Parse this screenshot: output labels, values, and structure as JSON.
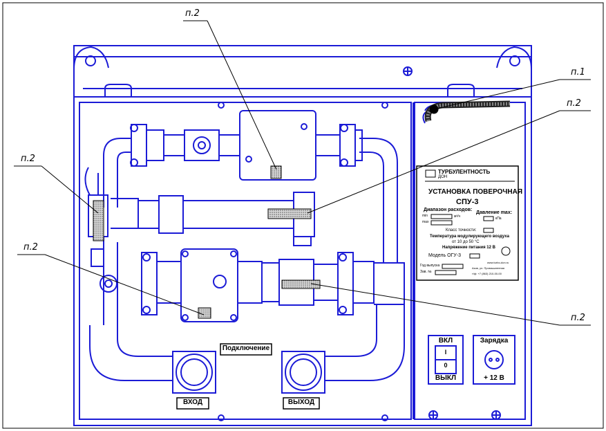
{
  "callouts": {
    "p1": "п.1",
    "p2": "п.2"
  },
  "plate": {
    "brand": "ТУРБУЛЕНТНОСТЬ",
    "brand2": "ДОН",
    "title": "УСТАНОВКА ПОВЕРОЧНАЯ",
    "model": "СПУ-3",
    "flow_range": "Диапазон расходов:",
    "pressure_loss": "Давление max:",
    "qmin": "min",
    "qmax": "max",
    "unit_flow": "м³/ч",
    "unit_pressure": "кПа",
    "accuracy_class": "Класс точности:",
    "temperature": "Температура модулирующего воздуха",
    "temp_range": "от 10 до 50 °C",
    "voltage": "Напряжение питания 12 В",
    "module": "Модель ОГУ-3",
    "prod_date": "Год выпуска",
    "serial": "Зав. №",
    "address1": "www.turbo-don.ru",
    "address2": "Азов, ул. Промышленная",
    "address3": "т/ф: +7 (863) 210-00-00"
  },
  "labels": {
    "connection": "Подключение",
    "inlet": "ВХОД",
    "outlet": "ВЫХОД",
    "switch_on": "ВКЛ",
    "switch_off": "ВЫКЛ",
    "switch_i": "I",
    "switch_o": "0",
    "charge": "Зарядка",
    "charge_voltage": "+ 12 В"
  },
  "colors": {
    "line": "#1b1bd6",
    "ink": "#000000",
    "hatch": "#8a8a8a"
  }
}
